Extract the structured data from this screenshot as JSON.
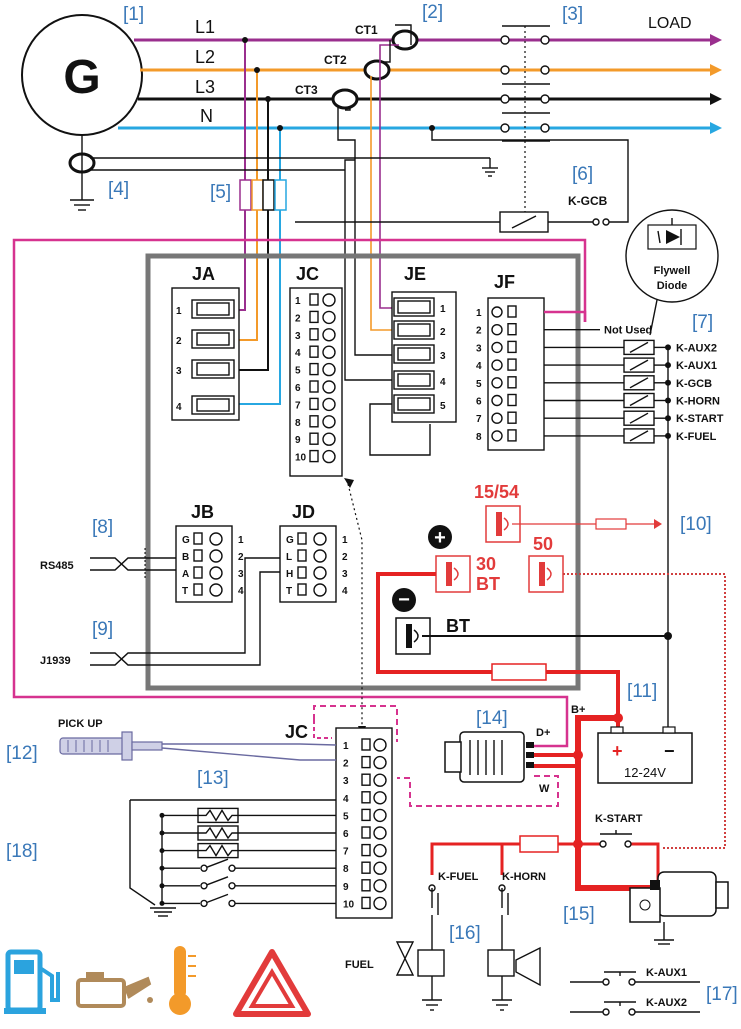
{
  "refs": {
    "r1": "[1]",
    "r2": "[2]",
    "r3": "[3]",
    "r4": "[4]",
    "r5": "[5]",
    "r6": "[6]",
    "r7": "[7]",
    "r8": "[8]",
    "r9": "[9]",
    "r10": "[10]",
    "r11": "[11]",
    "r12": "[12]",
    "r13": "[13]",
    "r14": "[14]",
    "r15": "[15]",
    "r16": "[16]",
    "r17": "[17]",
    "r18": "[18]"
  },
  "generator": {
    "symbol": "G"
  },
  "lines": {
    "l1": "L1",
    "l2": "L2",
    "l3": "L3",
    "n": "N",
    "load": "LOAD"
  },
  "ct": {
    "ct1": "CT1",
    "ct2": "CT2",
    "ct3": "CT3"
  },
  "relays": {
    "kgcb": "K-GCB",
    "kstart": "K-START",
    "kfuel": "K-FUEL",
    "khorn": "K-HORN",
    "kaux1": "K-AUX1",
    "kaux2": "K-AUX2"
  },
  "diode": {
    "line1": "Flywell",
    "line2": "Diode"
  },
  "connectors": {
    "ja": "JA",
    "jc": "JC",
    "je": "JE",
    "jf": "JF",
    "jb": "JB",
    "jd": "JD",
    "jc_ext": "JC",
    "ja_pins": [
      "1",
      "2",
      "3",
      "4"
    ],
    "jc_pins": [
      "1",
      "2",
      "3",
      "4",
      "5",
      "6",
      "7",
      "8",
      "9",
      "10"
    ],
    "je_pins": [
      "1",
      "2",
      "3",
      "4",
      "5"
    ],
    "jf_pins": [
      "1",
      "2",
      "3",
      "4",
      "5",
      "6",
      "7",
      "8"
    ],
    "jb_letters": [
      "G",
      "B",
      "A",
      "T"
    ],
    "jb_pins": [
      "1",
      "2",
      "3",
      "4"
    ],
    "jd_letters": [
      "G",
      "L",
      "H",
      "T"
    ],
    "jd_pins": [
      "1",
      "2",
      "3",
      "4"
    ]
  },
  "jf_outputs": [
    "Not Used",
    "K-AUX2",
    "K-AUX1",
    "K-GCB",
    "K-HORN",
    "K-START",
    "K-FUEL"
  ],
  "terminals": {
    "t1554": "15/54",
    "t30": "30",
    "tbt": "BT",
    "t50": "50",
    "bt": "BT",
    "plus": "+",
    "minus": "−"
  },
  "comm": {
    "rs485": "RS485",
    "j1939": "J1939"
  },
  "pickup": "PICK UP",
  "battery": {
    "voltage": "12-24V",
    "pos": "+",
    "neg": "−"
  },
  "alternator": {
    "dplus": "D+",
    "w": "W",
    "bplus": "B+"
  },
  "fuel_label": "FUEL",
  "colors": {
    "l1": "#9a2f8e",
    "l2": "#f39a2a",
    "l3": "#111111",
    "n": "#27a7e1",
    "magenta": "#d6338f",
    "red": "#e52222",
    "frame": "#777777"
  },
  "icons": [
    "fuel-pump-icon",
    "oil-can-icon",
    "thermometer-icon",
    "hazard-icon"
  ]
}
